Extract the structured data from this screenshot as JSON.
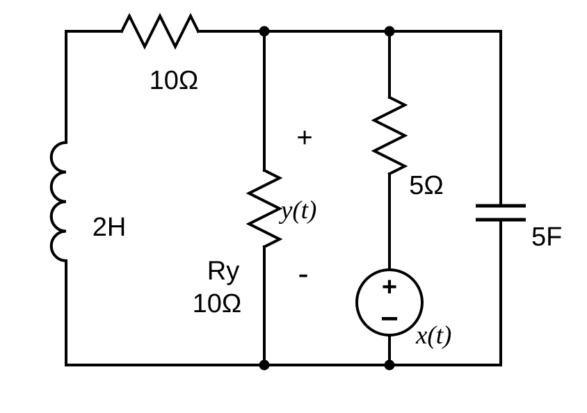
{
  "colors": {
    "wire": "#000000",
    "background": "#ffffff"
  },
  "labels": {
    "top_resistor": "10Ω",
    "inductor": "2H",
    "ry_name": "Ry",
    "ry_value": "10Ω",
    "y_plus": "+",
    "y_voltage": "y(t)",
    "y_minus": "-",
    "branch_resistor": "5Ω",
    "source_plus": "+",
    "source_minus": "−",
    "source_name": "x(t)",
    "capacitor": "5F"
  }
}
